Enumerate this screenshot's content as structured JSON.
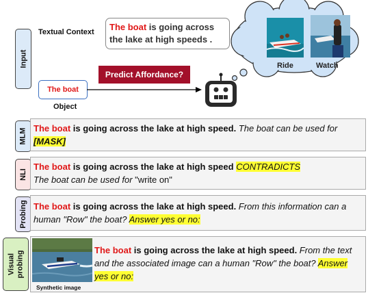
{
  "input": {
    "tab_label": "Input",
    "context_label": "Textual Context",
    "context_subject": "The boat",
    "context_rest": " is going across the lake at high speeds .",
    "object_value": "The boat",
    "object_label": "Object",
    "predict_label": "Predict Affordance?",
    "thought_labels": [
      "Ride",
      "Watch"
    ]
  },
  "mlm": {
    "tab": "MLM",
    "subject": "The boat",
    "bold_rest": " is going across the lake at high speed.",
    "italic": " The boat can be used for ",
    "mask": "[MASK]"
  },
  "nli": {
    "tab": "NLI",
    "subject": "The boat",
    "bold_rest": " is going across the lake at high speed ",
    "contradicts": "CONTRADICTS",
    "italic": "The boat can be used for ",
    "quote": "\"write on\""
  },
  "probing": {
    "tab": "Probing",
    "subject": "The boat",
    "bold_rest": " is going across the lake at high speed.",
    "italic1": " From this information can a human ",
    "quote": "\"Row\"",
    "italic2": " the boat? ",
    "answer": "Answer yes or no:"
  },
  "visual": {
    "tab_line1": "Visual",
    "tab_line2": "probing",
    "subject": "The boat",
    "bold_rest": " is going across the lake at high speed.",
    "italic1": " From the text and the associated image can a human ",
    "quote": "\"Row\"",
    "italic2": " the boat? ",
    "answer": "Answer yes or no:",
    "image_caption": "Synthetic image"
  },
  "colors": {
    "accent_red": "#e01818",
    "predict_bg": "#a3102a",
    "highlight": "#ffff33",
    "thought_bg": "#cfe3f7"
  }
}
